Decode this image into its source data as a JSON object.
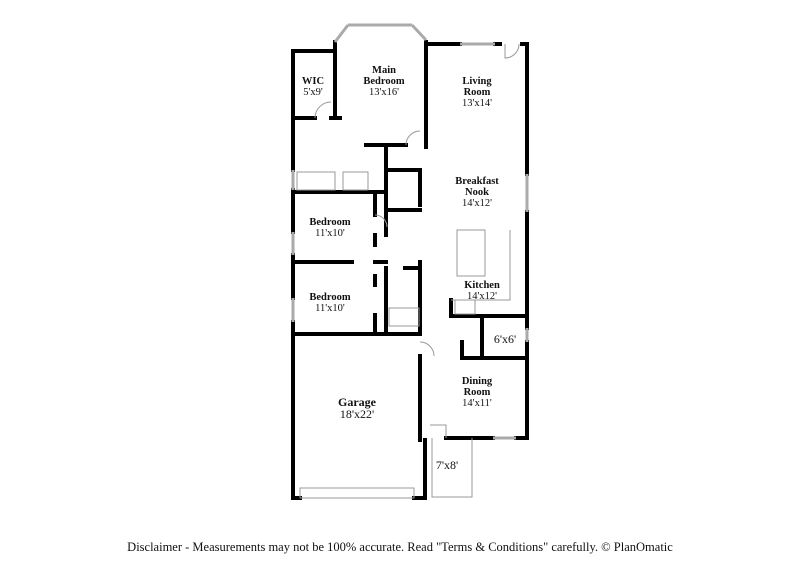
{
  "floorplan": {
    "rooms": [
      {
        "name": "WIC",
        "size": "5'x9'"
      },
      {
        "name": "Main Bedroom",
        "size": "13'x16'"
      },
      {
        "name": "Living Room",
        "size": "13'x14'"
      },
      {
        "name": "Breakfast Nook",
        "size": "14'x12'"
      },
      {
        "name": "Bedroom",
        "size": "11'x10'"
      },
      {
        "name": "Bedroom",
        "size": "11'x10'"
      },
      {
        "name": "Kitchen",
        "size": "14'x12'"
      },
      {
        "name": "",
        "size": "6'x6'"
      },
      {
        "name": "Dining Room",
        "size": "14'x11'"
      },
      {
        "name": "Garage",
        "size": "18'x22'"
      },
      {
        "name": "",
        "size": "7'x8'"
      }
    ],
    "colors": {
      "wall": "#000000",
      "window": "#c8c8c8",
      "fixture": "#999999"
    }
  },
  "footer": {
    "disclaimer": "Disclaimer - Measurements may not be 100% accurate. Read \"Terms & Conditions\" carefully. © PlanOmatic"
  }
}
